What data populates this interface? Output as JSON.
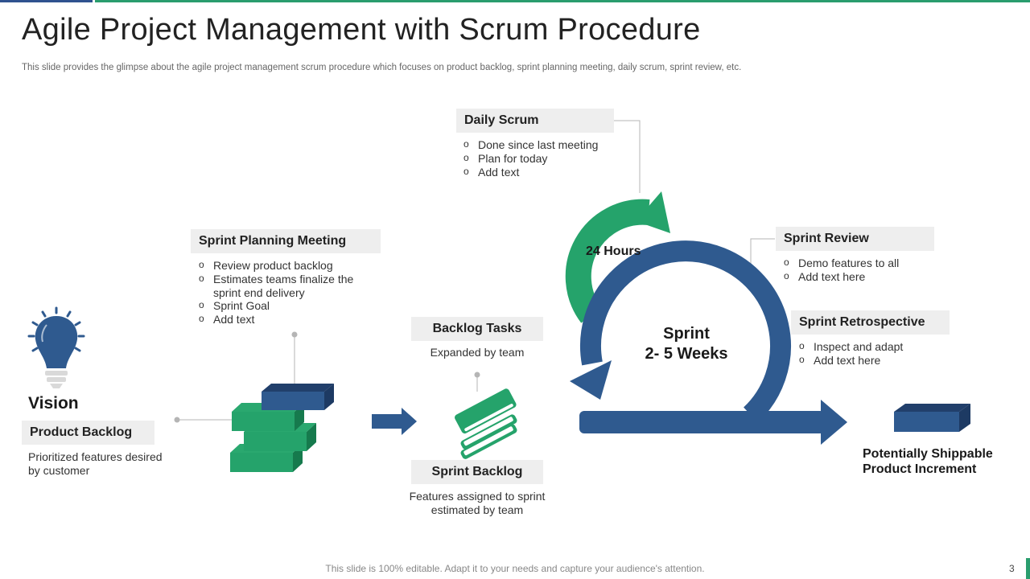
{
  "slide": {
    "title": "Agile Project Management with Scrum Procedure",
    "subtitle": "This slide provides the glimpse about the agile project management scrum procedure which focuses on product backlog, sprint planning meeting, daily scrum, sprint review, etc.",
    "footer": "This slide is 100% editable. Adapt it to your needs and capture your audience's attention.",
    "page_number": "3"
  },
  "colors": {
    "accent_blue": "#2f5a8f",
    "accent_green": "#25a36b",
    "label_bg": "#eeeeee"
  },
  "vision": {
    "icon": "lightbulb-icon",
    "label": "Vision"
  },
  "product_backlog": {
    "title": "Product Backlog",
    "description": "Prioritized features desired by customer"
  },
  "sprint_planning": {
    "title": "Sprint Planning Meeting",
    "items": [
      "Review product backlog",
      "Estimates teams finalize the sprint end  delivery",
      "Sprint Goal",
      "Add text"
    ]
  },
  "backlog_tasks": {
    "title": "Backlog Tasks",
    "description": "Expanded by team"
  },
  "sprint_backlog": {
    "title": "Sprint Backlog",
    "description": "Features assigned to sprint estimated by team"
  },
  "daily_scrum": {
    "title": "Daily Scrum",
    "items": [
      "Done since last meeting",
      "Plan for today",
      "Add text"
    ],
    "cycle_label": "24 Hours"
  },
  "sprint": {
    "line1": "Sprint",
    "line2": "2- 5 Weeks"
  },
  "sprint_review": {
    "title": "Sprint Review",
    "items": [
      "Demo features to all",
      "Add text here"
    ]
  },
  "sprint_retrospective": {
    "title": "Sprint Retrospective",
    "items": [
      "Inspect and adapt",
      "Add text here"
    ]
  },
  "increment": {
    "label": "Potentially Shippable Product Increment"
  }
}
